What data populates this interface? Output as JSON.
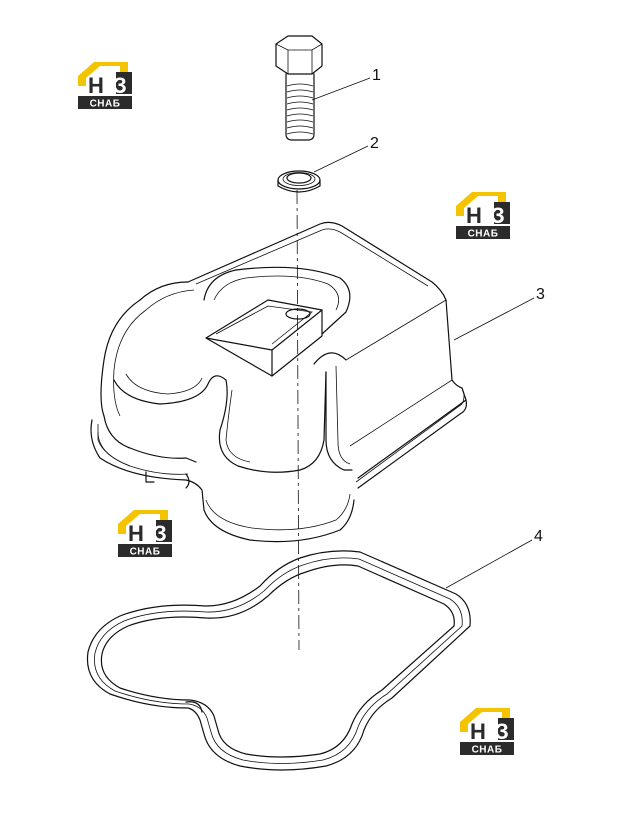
{
  "diagram": {
    "callouts": [
      {
        "id": "1",
        "label": "1"
      },
      {
        "id": "2",
        "label": "2"
      },
      {
        "id": "3",
        "label": "3"
      },
      {
        "id": "4",
        "label": "4"
      }
    ],
    "watermark": {
      "top_text": "НЗ",
      "bottom_text": "СНАБ",
      "colors": {
        "accent": "#f5c400",
        "dark": "#2b2b2b",
        "white": "#ffffff"
      }
    }
  }
}
